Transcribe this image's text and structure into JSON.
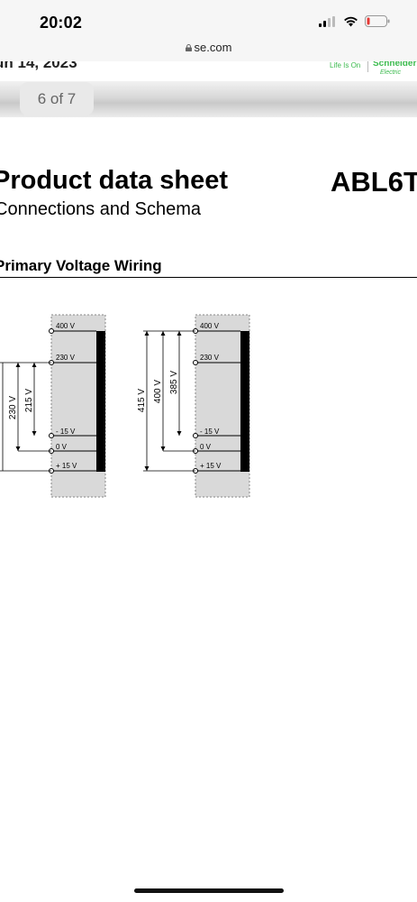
{
  "status_bar": {
    "time": "20:02"
  },
  "browser": {
    "url": "se.com"
  },
  "document": {
    "date": "un 14, 2023",
    "brand_tagline": "Life Is On",
    "brand_name": "Schneider",
    "brand_sub": "Electric",
    "page_indicator": "6 of 7",
    "title": "Product data sheet",
    "subtitle": "Connections and Schema",
    "product_code": "ABL6T",
    "section_heading": "Primary Voltage Wiring"
  },
  "diagram": {
    "left_terminals": [
      "400 V",
      "230 V",
      "- 15 V",
      "0 V",
      "+ 15 V"
    ],
    "left_dimensions": [
      "230 V",
      "215 V"
    ],
    "right_terminals": [
      "400 V",
      "230 V",
      "- 15 V",
      "0 V",
      "+ 15 V"
    ],
    "right_dimensions": [
      "415 V",
      "400 V",
      "385 V"
    ]
  },
  "colors": {
    "brand_green": "#3dbb4f",
    "panel_gray": "#d9d9d9"
  }
}
